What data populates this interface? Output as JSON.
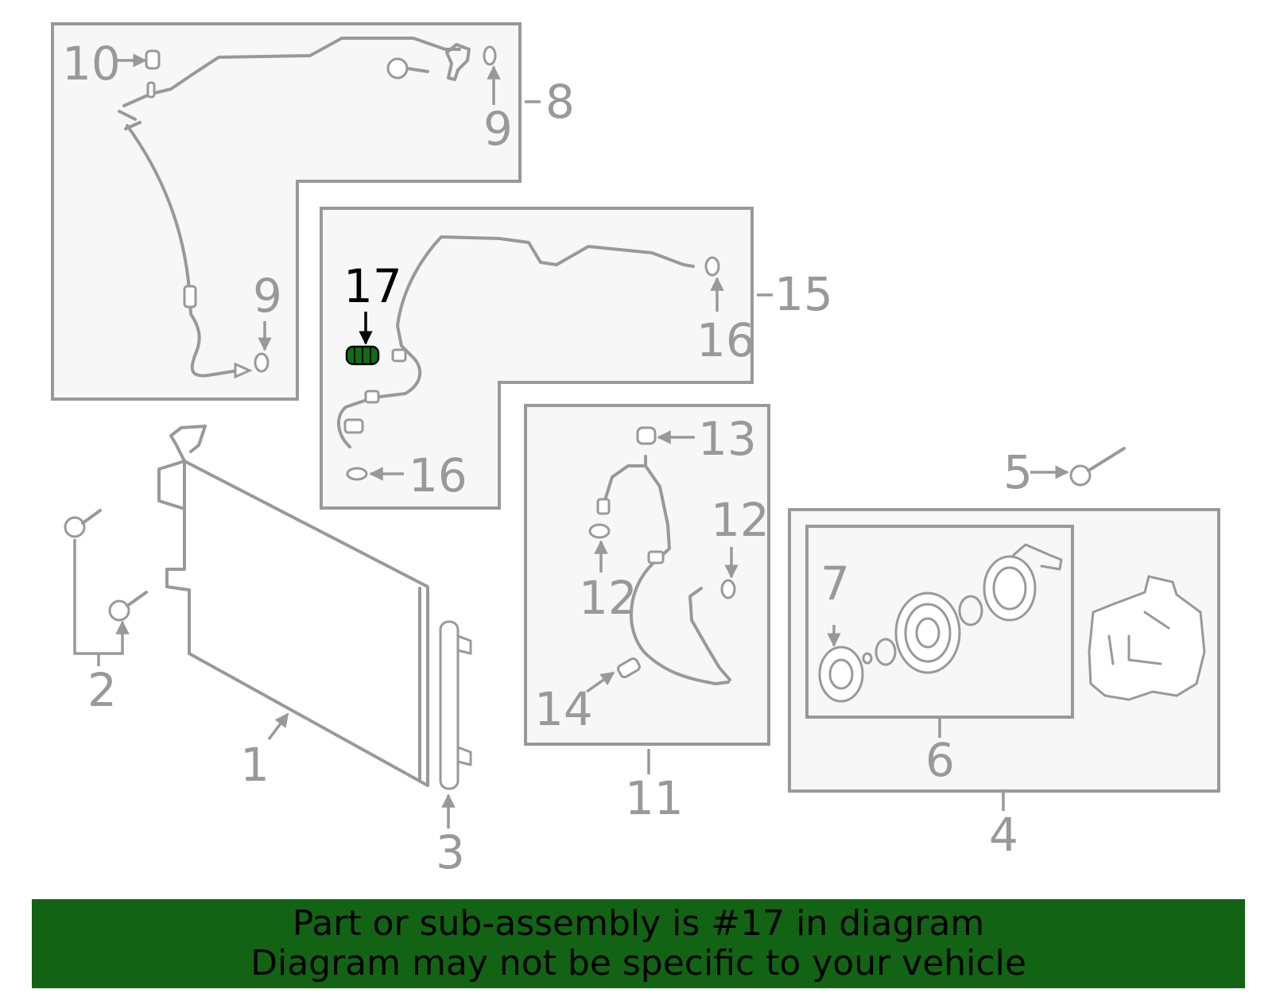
{
  "diagram": {
    "callouts": {
      "c1": "1",
      "c2": "2",
      "c3": "3",
      "c4": "4",
      "c5": "5",
      "c6": "6",
      "c7": "7",
      "c8": "8",
      "c9a": "9",
      "c9b": "9",
      "c10": "10",
      "c11": "11",
      "c12a": "12",
      "c12b": "12",
      "c13": "13",
      "c14": "14",
      "c15": "15",
      "c16a": "16",
      "c16b": "16",
      "c17": "17"
    },
    "highlighted_part": "17",
    "colors": {
      "highlight": "#000000",
      "part_lines": "#999999",
      "highlight_fill": "#0f6e12",
      "banner": "#136314"
    }
  },
  "banner": {
    "line1": "Part or sub-assembly is #17 in diagram",
    "line2": "Diagram may not be specific to your vehicle"
  }
}
